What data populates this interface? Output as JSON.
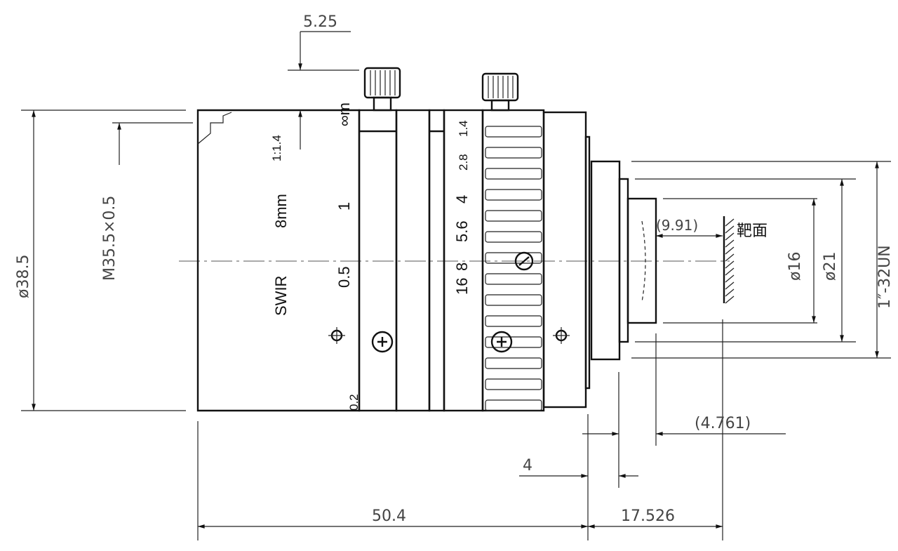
{
  "lens": {
    "type_label": "SWIR",
    "focal_label": "8mm",
    "aperture_label": "1:1.4",
    "focus_scale": [
      "∞m",
      "1",
      "0.5",
      "0.2"
    ],
    "iris_scale": [
      "1.4",
      "2.8",
      "4",
      "5.6",
      "8",
      "16"
    ]
  },
  "dimensions": {
    "diameter": "ø38.5",
    "filter_thread": "M35.5×0.5",
    "knob_offset": "5.25",
    "length": "50.4",
    "flange_back": "17.526",
    "mount_depth": "4",
    "rear_protrusion": "(4.761)",
    "back_focus": "(9.91)",
    "sensor_label": "靶面",
    "rear_diameter_16": "ø16",
    "rear_diameter_21": "ø21",
    "mount_thread": "1″-32UN"
  }
}
